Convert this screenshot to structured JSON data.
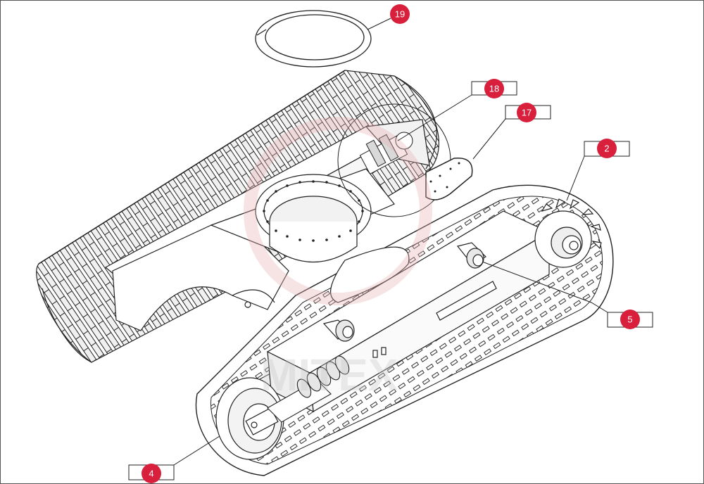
{
  "watermark": {
    "text": "MITEX",
    "color": "#e8b0b0"
  },
  "colors": {
    "callout": "#d81f3c",
    "line": "#222222",
    "frame": "#555555"
  },
  "callouts": [
    {
      "id": "19",
      "label": "19"
    },
    {
      "id": "18",
      "label": "18"
    },
    {
      "id": "17",
      "label": "17"
    },
    {
      "id": "2",
      "label": "2"
    },
    {
      "id": "5",
      "label": "5"
    },
    {
      "id": "4",
      "label": "4"
    }
  ]
}
